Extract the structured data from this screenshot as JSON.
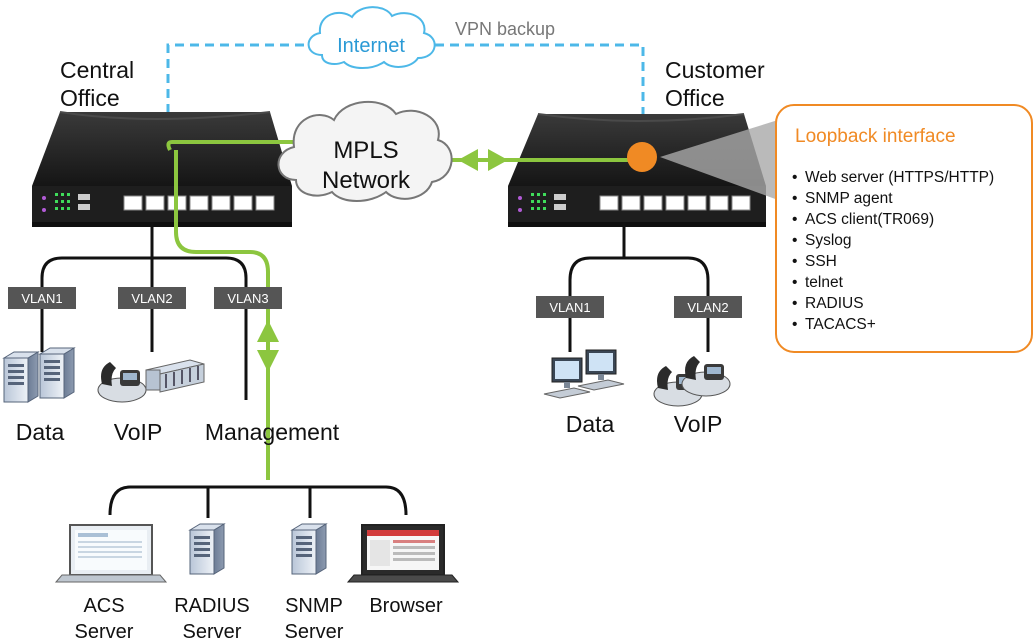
{
  "sites": {
    "central": {
      "line1": "Central",
      "line2": "Office"
    },
    "customer": {
      "line1": "Customer",
      "line2": "Office"
    }
  },
  "clouds": {
    "internet": "Internet",
    "mpls_line1": "MPLS",
    "mpls_line2": "Network"
  },
  "vpn_backup": "VPN backup",
  "central_vlans": [
    "VLAN1",
    "VLAN2",
    "VLAN3"
  ],
  "customer_vlans": [
    "VLAN1",
    "VLAN2"
  ],
  "central_groups": {
    "data": "Data",
    "voip": "VoIP",
    "management": "Management"
  },
  "customer_groups": {
    "data": "Data",
    "voip": "VoIP"
  },
  "servers": {
    "acs": {
      "line1": "ACS",
      "line2": "Server"
    },
    "radius": {
      "line1": "RADIUS",
      "line2": "Server"
    },
    "snmp": {
      "line1": "SNMP",
      "line2": "Server"
    },
    "browser": {
      "line1": "Browser"
    }
  },
  "loopback": {
    "title": "Loopback interface",
    "items": [
      "Web server (HTTPS/HTTP)",
      "SNMP agent",
      "ACS client(TR069)",
      "Syslog",
      "SSH",
      "telnet",
      "RADIUS",
      "TACACS+"
    ]
  },
  "colors": {
    "management_path": "#8cc63f",
    "vpn_path": "#4db8e8",
    "loopback_accent": "#f08a24",
    "internet_text": "#2a9ad6",
    "vlan_tag": "#555555",
    "router_body": "#1e1e1e"
  },
  "icons": [
    "server-icon",
    "ip-phone-icon",
    "desktop-pc-icon",
    "laptop-icon",
    "router-icon",
    "cloud-icon"
  ]
}
